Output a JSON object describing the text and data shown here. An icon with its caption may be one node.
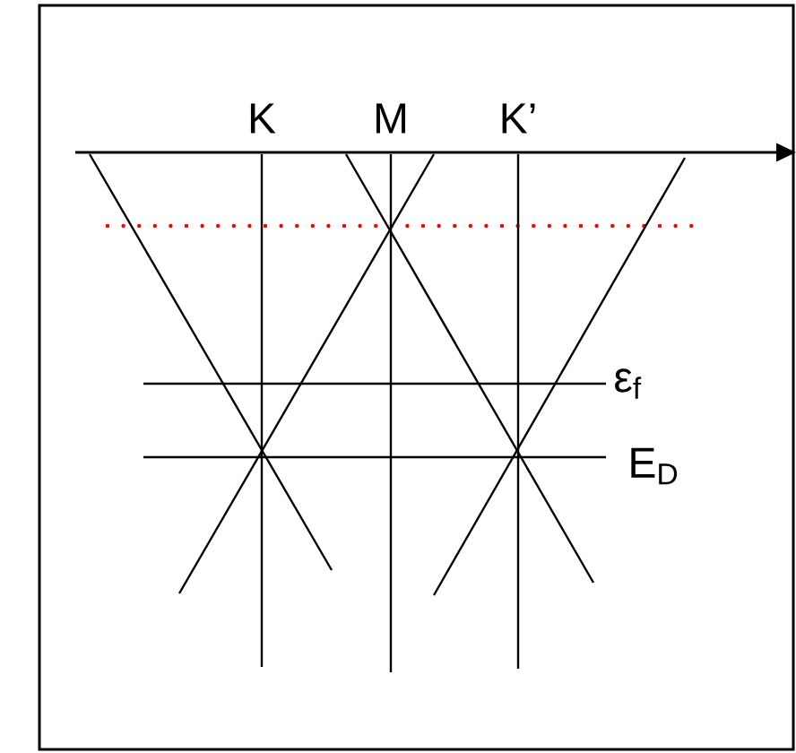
{
  "diagram": {
    "labels": [
      "K",
      "M",
      "K’",
      "ε$_{f}$",
      "E$_{D}$"
    ]
  }
}
